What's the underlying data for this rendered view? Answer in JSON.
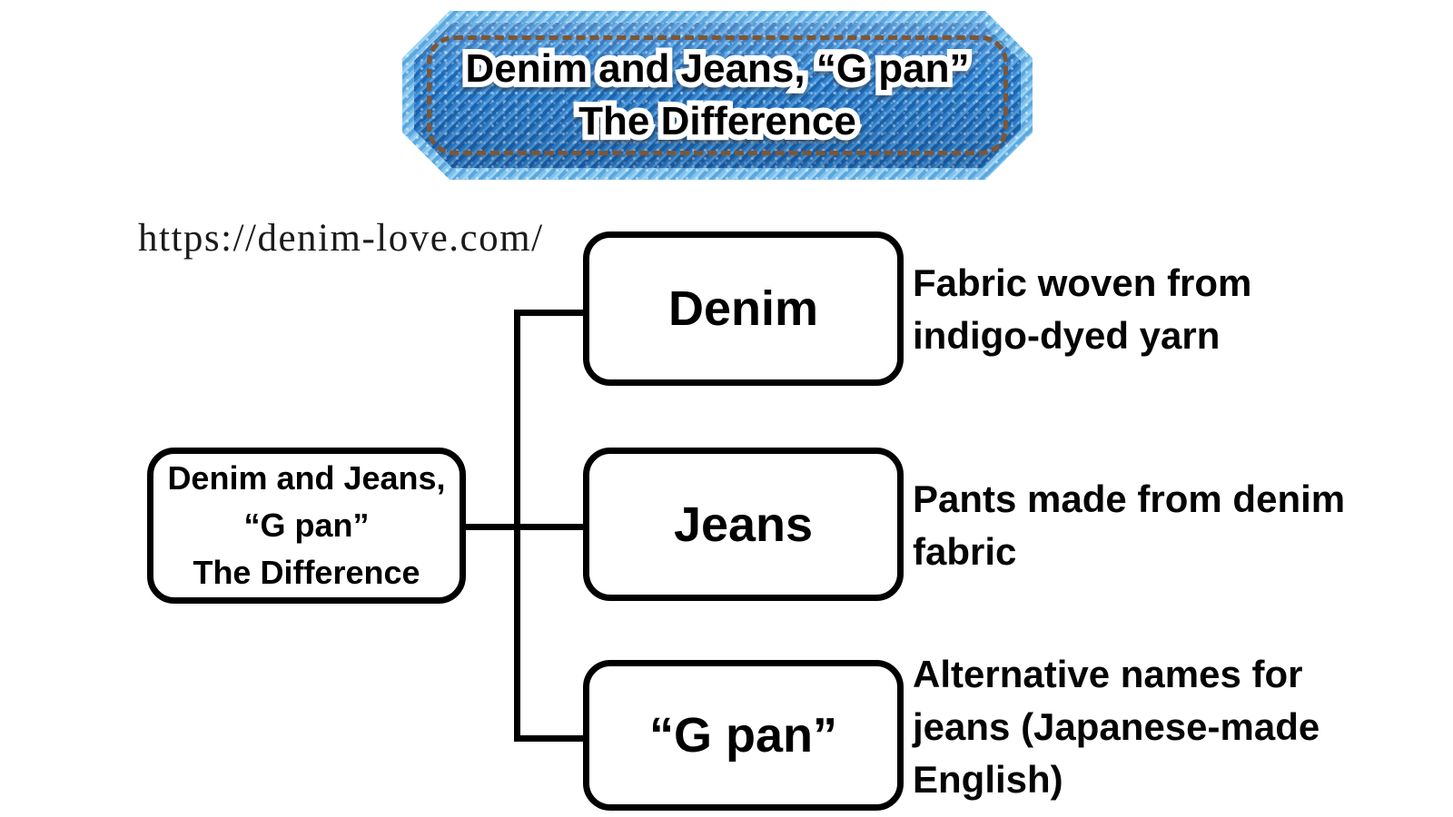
{
  "banner": {
    "title_lines": [
      "Denim and Jeans, “G pan”",
      "The Difference"
    ],
    "fabric_color": "#2e82cf",
    "stripe_light": "#4f9fe0",
    "stripe_dark": "#1d66b4",
    "edge_color": "#7fc0ec",
    "stitch_color": "#7d5635",
    "text_color": "#000000",
    "text_outline_color": "#ffffff"
  },
  "source_url": "https://denim-love.com/",
  "diagram": {
    "line_color": "#000000",
    "box_fill": "#ffffff",
    "box_border_color": "#000000",
    "root_box": {
      "lines": [
        "Denim and Jeans,",
        "“G pan”",
        "The Difference"
      ]
    },
    "nodes": [
      {
        "label": "Denim",
        "description_lines": [
          "Fabric woven from",
          "indigo-dyed yarn"
        ]
      },
      {
        "label": "Jeans",
        "description_lines": [
          "Pants made from denim",
          "fabric"
        ]
      },
      {
        "label": "“G pan”",
        "description_lines": [
          "Alternative names for",
          "jeans (Japanese-made",
          "English)"
        ]
      }
    ]
  }
}
